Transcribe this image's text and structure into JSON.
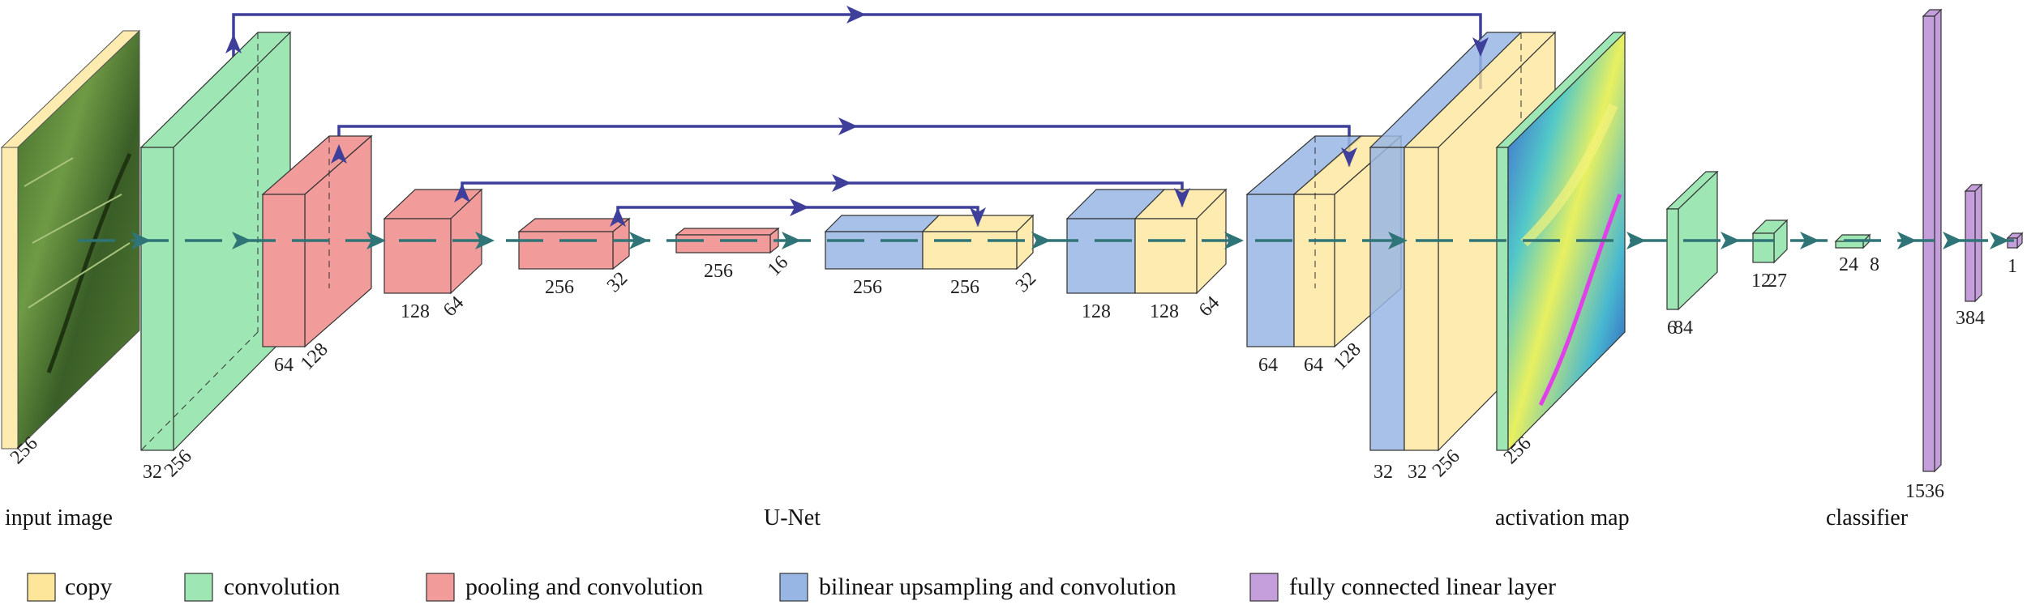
{
  "colors": {
    "copy": "#fde59a",
    "convolution": "#9ee6b4",
    "pooling": "#f29b9b",
    "upsampling": "#98b6e4",
    "linear": "#c49fdc",
    "skip_arrow": "#3e3f9a",
    "flow_arrow": "#2f7476"
  },
  "blocks": {
    "input_depth": "256",
    "conv1_w": "32",
    "conv1_d": "256",
    "pool1_w": "64",
    "pool1_d": "128",
    "pool2_w": "128",
    "pool2_d": "64",
    "pool3_w": "256",
    "pool3_d": "32",
    "pool4_w": "256",
    "pool4_d": "16",
    "up1_w": "256",
    "copy1_w": "256",
    "up1_d": "32",
    "up2_w": "128",
    "copy2_w": "128",
    "up2_d": "64",
    "up3_w": "64",
    "copy3_w": "64",
    "up3_d": "128",
    "up4_w": "32",
    "copy4_w": "32",
    "up4_d": "256",
    "act_d": "256",
    "cls1": "6",
    "cls1_b": "84",
    "cls2": "12",
    "cls2_b": "27",
    "cls3": "24",
    "cls3_b": "8",
    "lin1": "1536",
    "lin2": "384",
    "lin3": "1"
  },
  "section_labels": {
    "input": "input image",
    "unet": "U-Net",
    "activation": "activation map",
    "classifier": "classifier"
  },
  "legend": [
    {
      "label": "copy",
      "color_key": "copy"
    },
    {
      "label": "convolution",
      "color_key": "convolution"
    },
    {
      "label": "pooling and convolution",
      "color_key": "pooling"
    },
    {
      "label": "bilinear upsampling and convolution",
      "color_key": "upsampling"
    },
    {
      "label": "fully connected linear layer",
      "color_key": "linear"
    }
  ]
}
